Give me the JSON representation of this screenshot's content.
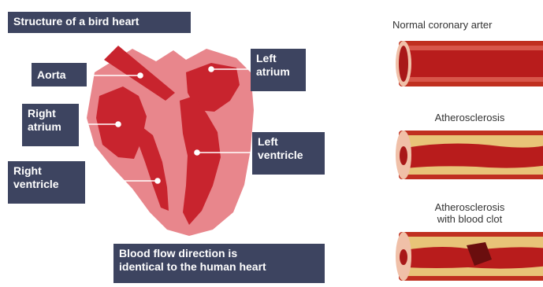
{
  "heart": {
    "title": "Structure of a bird heart",
    "labels": {
      "aorta": "Aorta",
      "left_atrium_1": "Left",
      "left_atrium_2": "atrium",
      "right_atrium_1": "Right",
      "right_atrium_2": "atrium",
      "left_ventricle_1": "Left",
      "left_ventricle_2": "ventricle",
      "right_ventricle_1": "Right",
      "right_ventricle_2": "ventricle"
    },
    "caption_1": "Blood flow direction is",
    "caption_2": "identical to the human heart",
    "colors": {
      "outer": "#e8868c",
      "chamber": "#c8242e",
      "label_bg": "#3d4460"
    }
  },
  "arteries": {
    "normal": "Normal coronary arter",
    "athero": "Atherosclerosis",
    "clot_1": "Atherosclerosis",
    "clot_2": "with blood clot"
  }
}
